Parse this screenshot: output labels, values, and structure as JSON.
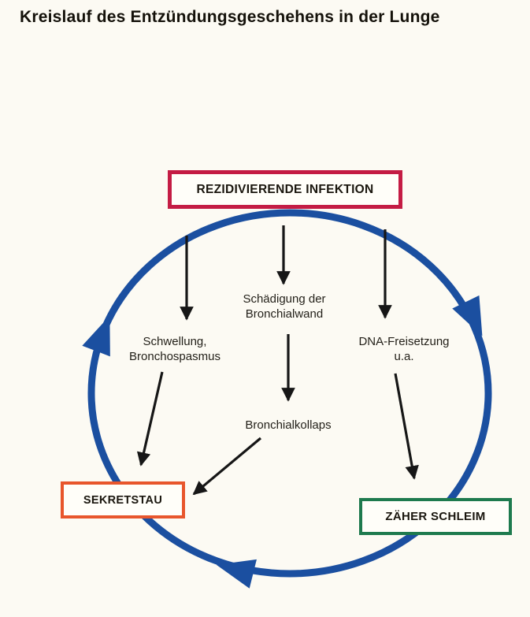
{
  "page": {
    "title": "Kreislauf des Entzündungsgeschehens in der Lunge"
  },
  "diagram": {
    "infection_box": {
      "label": "REZIDIVIERENDE INFEKTION",
      "border_color": "#c41c44"
    },
    "sekretstau_box": {
      "label": "SEKRETSTAU",
      "border_color": "#e8562c"
    },
    "schleim_box": {
      "label": "ZÄHER SCHLEIM",
      "border_color": "#1e7a4e"
    },
    "labels": {
      "schwellung_line1": "Schwellung,",
      "schwellung_line2": "Bronchospasmus",
      "schaedigung_line1": "Schädigung der",
      "schaedigung_line2": "Bronchialwand",
      "dna_line1": "DNA-Freisetzung",
      "dna_line2": "u.a.",
      "bronchialkollaps": "Bronchialkollaps"
    },
    "cycle_color": "#1b4fa0",
    "arrow_color": "#161616",
    "background_color": "#fcfaf3"
  }
}
